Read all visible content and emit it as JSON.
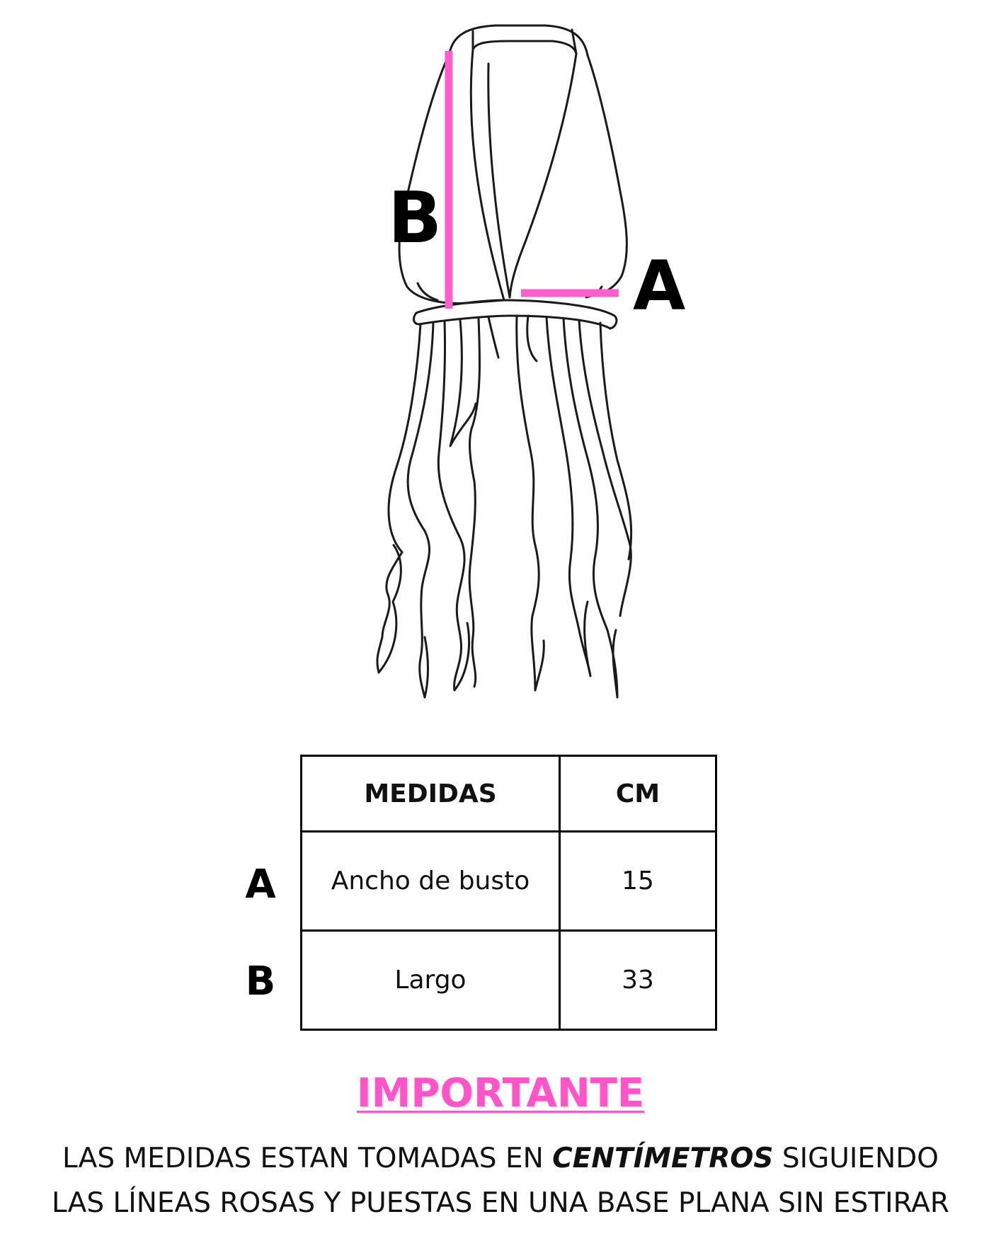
{
  "illustration": {
    "subject": "halter top with ribbon fringe",
    "measure_color": "#ff5fc9",
    "labels": {
      "a": "A",
      "b": "B"
    }
  },
  "table": {
    "headers": [
      "MEDIDAS",
      "CM"
    ],
    "rows": [
      {
        "letter": "A",
        "measure": "Ancho de busto",
        "cm": "15"
      },
      {
        "letter": "B",
        "measure": "Largo",
        "cm": "33"
      }
    ]
  },
  "important": {
    "title": "IMPORTANTE",
    "color": "#ff55c8"
  },
  "note": {
    "line1_before": "LAS MEDIDAS ESTAN TOMADAS EN ",
    "line1_emphasis": "CENTÍMETROS",
    "line1_after": " SIGUIENDO",
    "line2": "LAS LÍNEAS ROSAS Y PUESTAS EN UNA BASE PLANA SIN ESTIRAR"
  }
}
